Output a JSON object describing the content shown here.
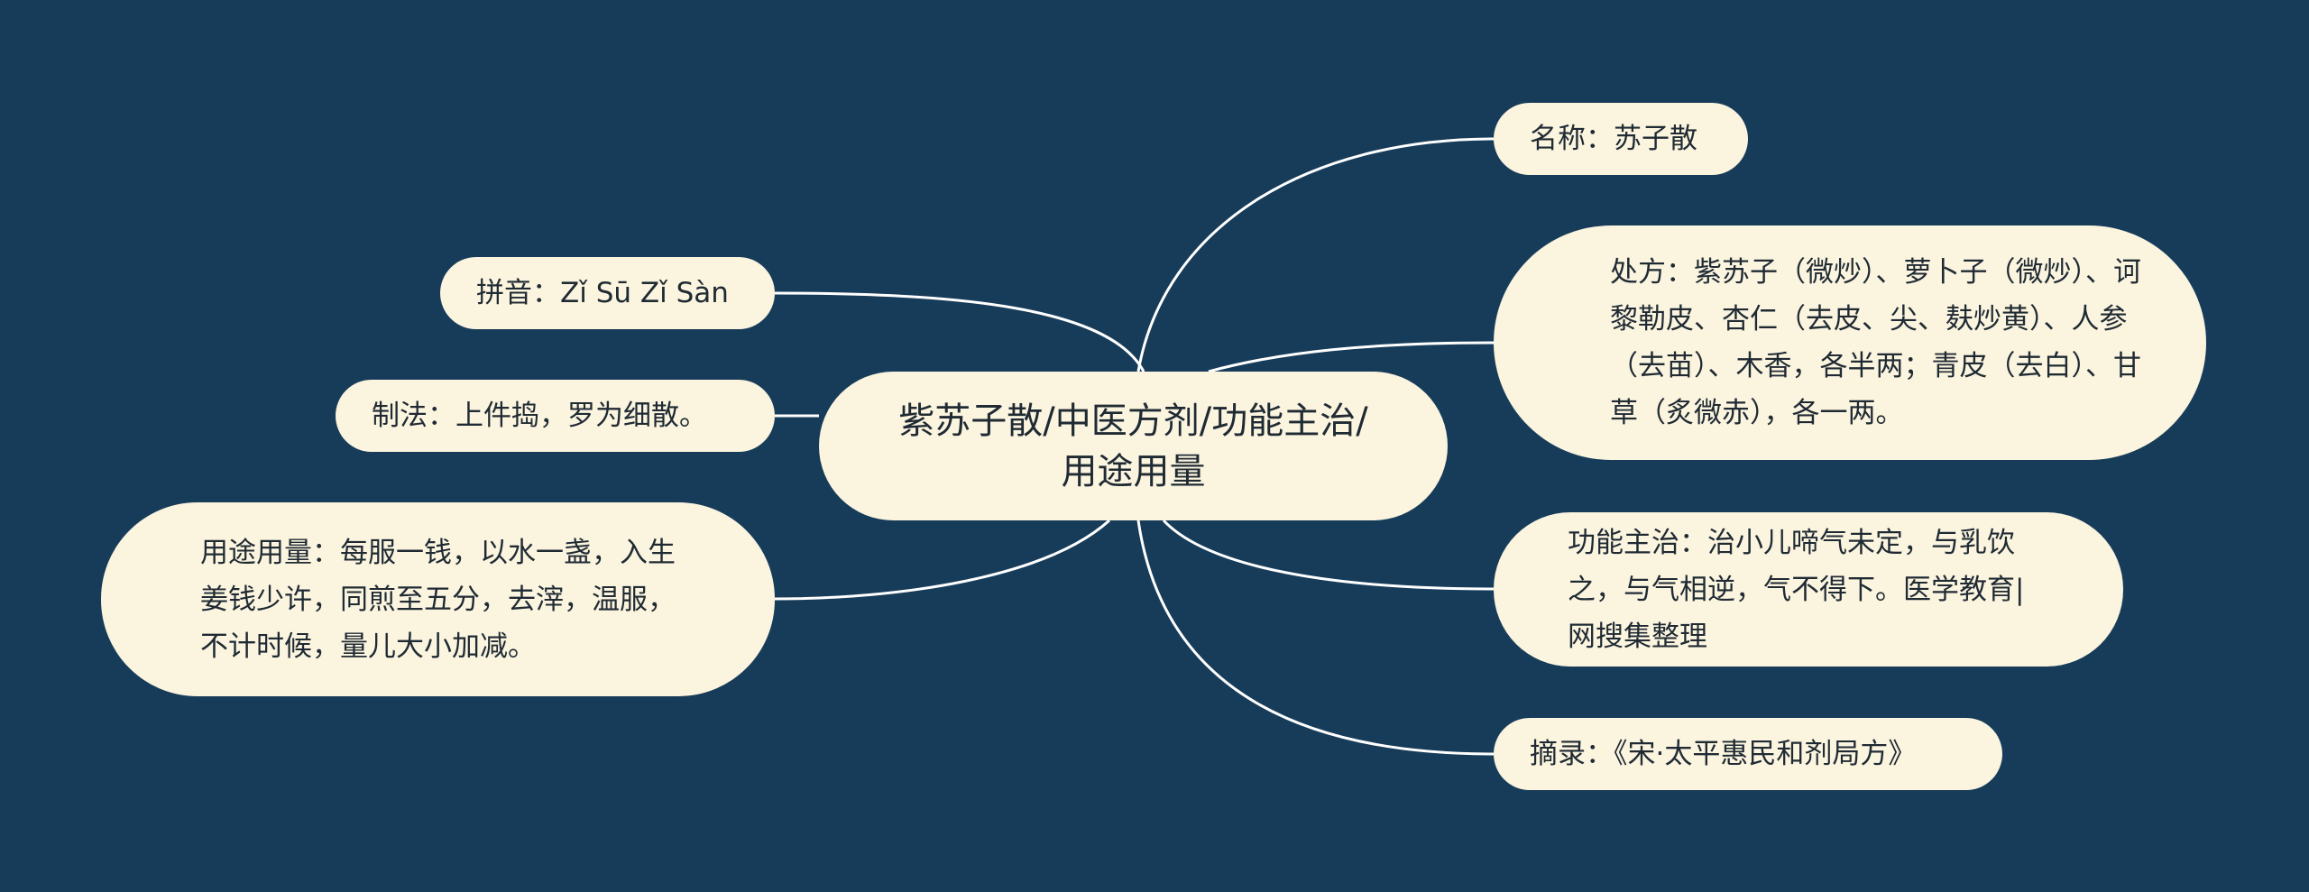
{
  "colors": {
    "background": "#173c5a",
    "node_fill": "#fbf4df",
    "line": "#ffffff",
    "text": "#1f2a33"
  },
  "center": {
    "label": "紫苏子散/中医方剂/功能主治/用途用量"
  },
  "branches": {
    "name": "名称：苏子散",
    "pinyin": "拼音：Zǐ Sū Zǐ Sàn",
    "method": "制法：上件捣，罗为细散。",
    "prescription": "处方：紫苏子（微炒）、萝卜子（微炒）、诃黎勒皮、杏仁（去皮、尖、麸炒黄）、人参（去苗）、木香，各半两；青皮（去白）、甘草（炙微赤），各一两。",
    "usage": "用途用量：每服一钱，以水一盏，入生姜钱少许，同煎至五分，去滓，温服，不计时候，量儿大小加减。",
    "function": "功能主治：治小儿啼气未定，与乳饮之，与气相逆，气不得下。医学教育|网搜集整理",
    "excerpt": "摘录：《宋·太平惠民和剂局方》"
  }
}
